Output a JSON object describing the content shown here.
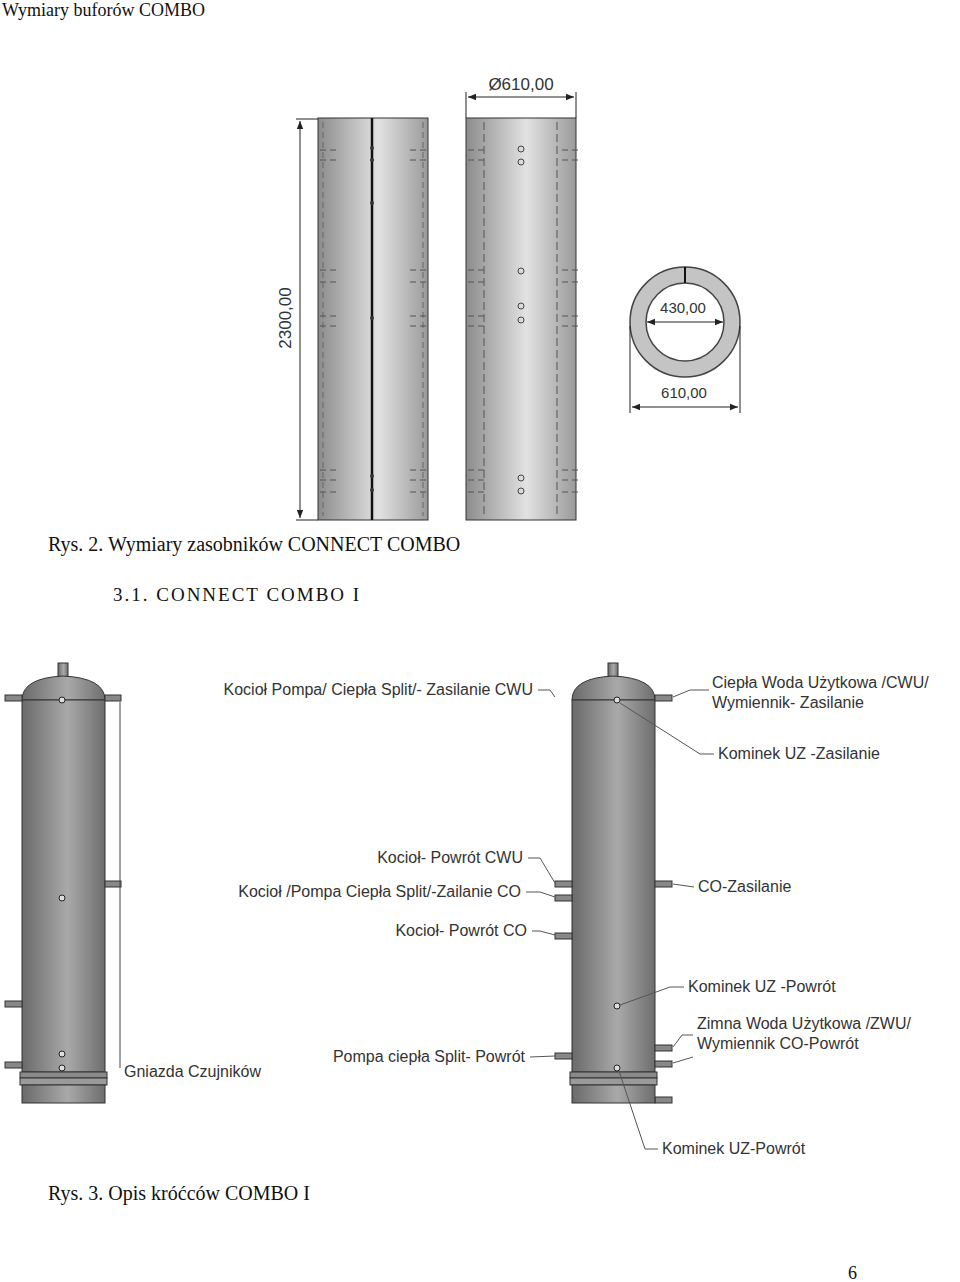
{
  "diagram": {
    "title": "Wymiary buforów COMBO",
    "labels": [
      "Ø610,00",
      "2300,00",
      "430,00",
      "610,00",
      "Rys. 2. Wymiary zasobników CONNECT COMBO",
      "3.1. CONNECT COMBO I",
      "Kocioł Pompa/ Ciepła Split/- Zasilanie CWU",
      "Ciepła Woda Użytkowa /CWU/ Wymiennik- Zasilanie",
      "Kominek UZ -Zasilanie",
      "Kocioł- Powrót CWU",
      "Kocioł /Pompa Ciepła Split/-Zailanie CO",
      "CO-Zasilanie",
      "Kocioł- Powrót CO",
      "Kominek UZ -Powrót",
      "Zimna Woda Użytkowa /ZWU/ Wymiennik CO-Powrót",
      "Pompa ciepła Split- Powrót",
      "Gniazda Czujników",
      "Kominek UZ-Powrót",
      "Rys. 3. Opis króćców COMBO I",
      "6"
    ]
  }
}
